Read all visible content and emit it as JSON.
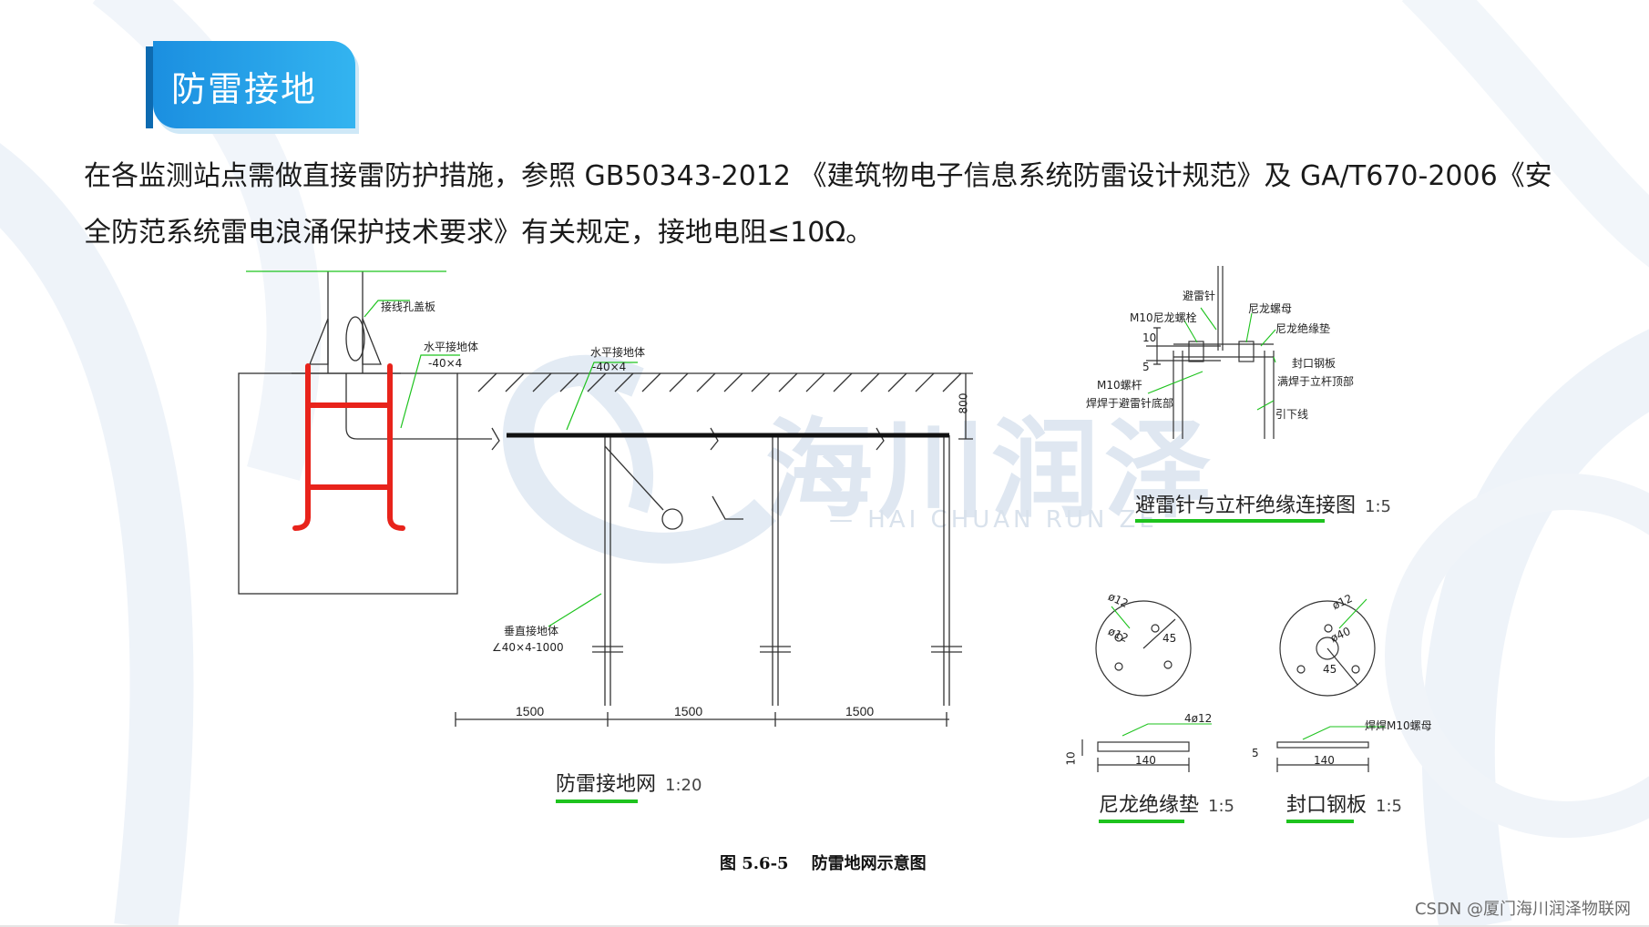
{
  "header": {
    "title": "防雷接地"
  },
  "body": {
    "paragraph": "在各监测站点需做直接雷防护措施，参照 GB50343-2012 《建筑物电子信息系统防雷设计规范》及 GA/T670-2006《安全防范系统雷电浪涌保护技术要求》有关规定，接地电阻≤10Ω。"
  },
  "watermark": {
    "cn": "海川润泽",
    "en": "— HAI CHUAN RUN ZE —",
    "csdn": "CSDN @厦门海川润泽物联网"
  },
  "figure": {
    "caption": "图 5.6-5    防雷地网示意图",
    "main": {
      "title": "防雷接地网",
      "scale": "1:20",
      "labels": {
        "cover": "接线孔盖板",
        "h1_name": "水平接地体",
        "h1_spec": "-40×4",
        "h2_name": "水平接地体",
        "h2_spec": "-40×4",
        "v_name": "垂直接地体",
        "v_spec": "∠40×4-1000",
        "depth": "800"
      },
      "spacings": [
        "1500",
        "1500",
        "1500"
      ]
    },
    "detail_conn": {
      "title": "避雷针与立杆绝缘连接图",
      "scale": "1:5",
      "labels": {
        "rod": "避雷针",
        "bolt_m10n": "M10尼龙螺栓",
        "nut": "尼龙螺母",
        "pad": "尼龙绝缘垫",
        "plate": "封口钢板",
        "weld_top": "满焊于立杆顶部",
        "m10": "M10螺杆",
        "weld_base": "焊焊于避雷针底部",
        "down": "引下线",
        "d10": "10",
        "d5": "5"
      }
    },
    "detail_pad": {
      "title": "尼龙绝缘垫",
      "scale": "1:5",
      "labels": {
        "hole": "ø12",
        "hole2": "ø12",
        "ang": "45",
        "holes4": "4ø12",
        "width": "140",
        "thick": "10"
      }
    },
    "detail_plate": {
      "title": "封口钢板",
      "scale": "1:5",
      "labels": {
        "hole": "ø12",
        "center": "ø40",
        "ang": "45",
        "bolt": "焊焊M10螺母",
        "width": "140",
        "thick": "5"
      }
    },
    "colors": {
      "accent": "#1b8fe0",
      "rebar": "#e8231b",
      "underline": "#1ec31e"
    }
  }
}
